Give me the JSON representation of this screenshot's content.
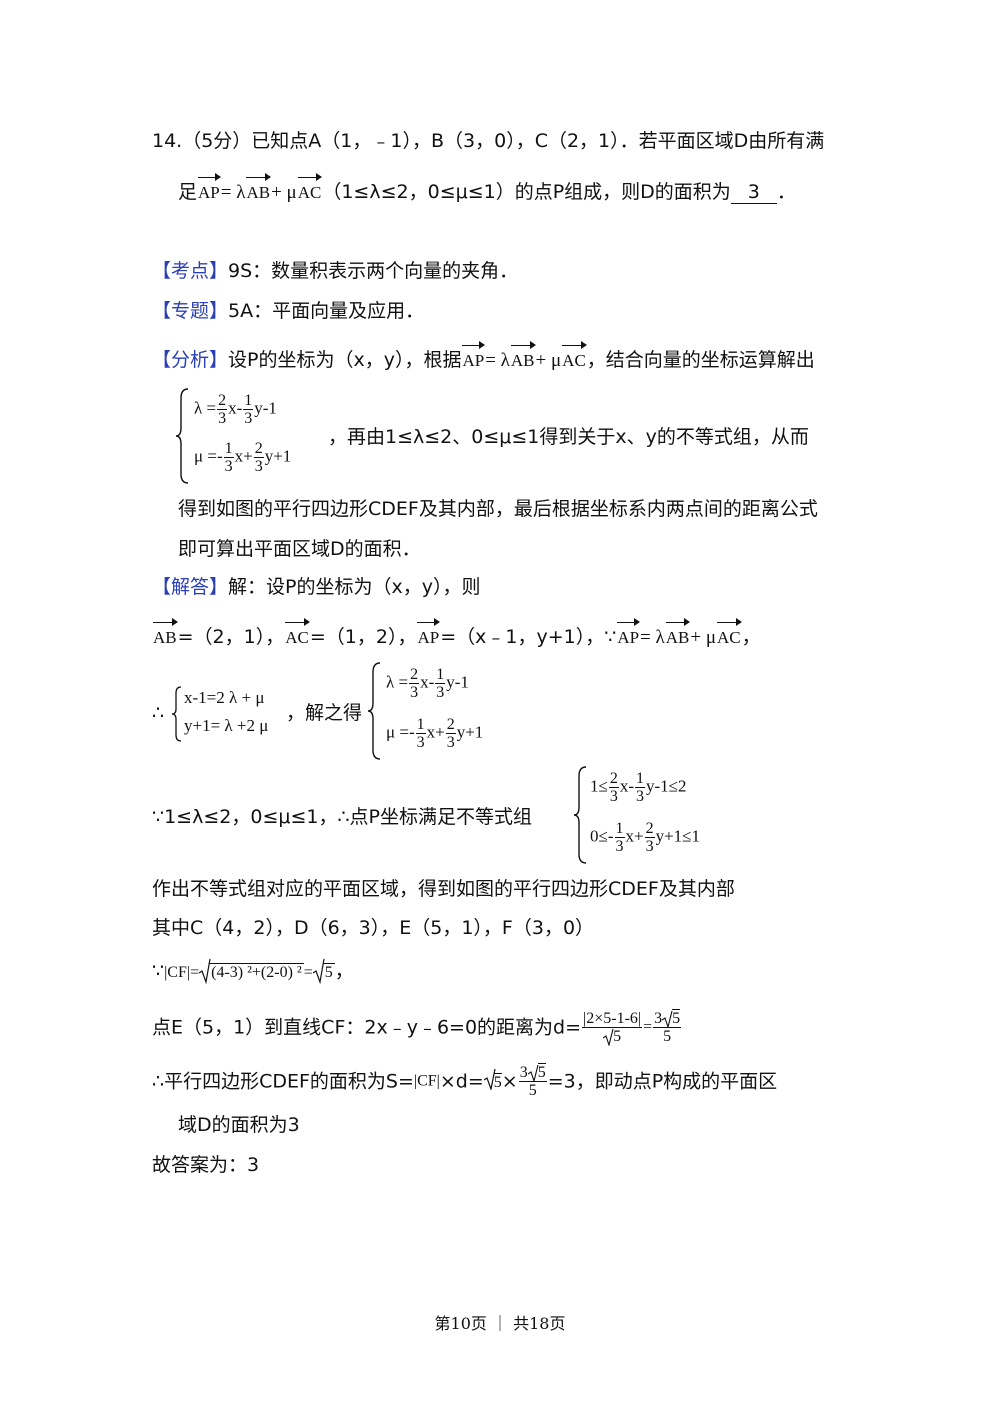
{
  "question": {
    "line1": "14.（5分）已知点A（1，﹣1），B（3，0），C（2，1）．若平面区域D由所有满",
    "line2_pre": "足",
    "line2_v1": "AP",
    "line2_eq": "= λ",
    "line2_v2": "AB",
    "line2_plus": "+ μ",
    "line2_v3": "AC",
    "line2_post": "（1≤λ≤2，0≤μ≤1）的点P组成，则D的面积为",
    "answer": "3",
    "line2_end": "．"
  },
  "kaodian": {
    "tag": "【考点】",
    "text": "9S：数量积表示两个向量的夹角．"
  },
  "zhuanti": {
    "tag": "【专题】",
    "text": "5A：平面向量及应用．"
  },
  "fenxi": {
    "tag": "【分析】",
    "t1": "设P的坐标为（x，y），根据",
    "v1": "AP",
    "eq": "= λ",
    "v2": "AB",
    "plus": "+ μ",
    "v3": "AC",
    "t2": "，结合向量的坐标运算解出",
    "sys_r1_a": "λ =",
    "sys_r1_b": "x-",
    "sys_r1_c": "y-1",
    "sys_r2_a": "μ =-",
    "sys_r2_b": "x+",
    "sys_r2_c": "y+1",
    "after_sys": "，再由1≤λ≤2、0≤μ≤1得到关于x、y的不等式组，从而",
    "l3": "得到如图的平行四边形CDEF及其内部，最后根据坐标系内两点间的距离公式",
    "l4": "即可算出平面区域D的面积．"
  },
  "jieda": {
    "tag": "【解答】",
    "t1": "解：设P的坐标为（x，y），则",
    "vab": "AB",
    "ab_val": "=（2，1），",
    "vac": "AC",
    "ac_val": "=（1，2），",
    "vap": "AP",
    "ap_val": "=（x﹣1，y+1），",
    "because": "∵",
    "vap2": "AP",
    "eq2": "= λ",
    "vab2": "AB",
    "plus2": "+ μ",
    "vac2": "AC",
    "comma": "，",
    "therefore": "∴",
    "sysA_r1": "x-1=2 λ + μ",
    "sysA_r2": "y+1= λ +2 μ",
    "solve": "，解之得",
    "sysB_r1_a": "λ =",
    "sysB_r1_b": "x-",
    "sysB_r1_c": "y-1",
    "sysB_r2_a": "μ =-",
    "sysB_r2_b": "x+",
    "sysB_r2_c": "y+1",
    "ineq_text": "∵1≤λ≤2，0≤μ≤1，∴点P坐标满足不等式组",
    "sysC_r1_a": "1≤",
    "sysC_r1_b": "x-",
    "sysC_r1_c": "y-1≤2",
    "sysC_r2_a": "0≤-",
    "sysC_r2_b": "x+",
    "sysC_r2_c": "y+1≤1",
    "l_region": "作出不等式组对应的平面区域，得到如图的平行四边形CDEF及其内部",
    "l_points": "其中C（4，2），D（6，3），E（5，1），F（3，0）",
    "cf_pre": "∵",
    "cf_abs": "|CF|",
    "cf_eq": "=",
    "cf_root": "(4-3) ²+(2-0) ²",
    "cf_res": "=",
    "cf_res_root": "5",
    "cf_end": "，",
    "dist_text": "点E（5，1）到直线CF：2x﹣y﹣6=0的距离为d=",
    "dist_num": "|2×5-1-6|",
    "dist_den_root": "5",
    "dist_eq": "=",
    "dist_r_num_a": "3",
    "dist_r_num_root": "5",
    "dist_r_den": "5",
    "area_text": "∴平行四边形CDEF的面积为S=",
    "area_abs": "|CF|",
    "area_x": "×d=",
    "area_root": "5",
    "area_x2": "×",
    "area_f_num_a": "3",
    "area_f_num_root": "5",
    "area_f_den": "5",
    "area_tail": "=3，即动点P构成的平面区",
    "area_l2": "域D的面积为3",
    "final": "故答案为：3"
  },
  "frac_parts": {
    "two": "2",
    "one": "1",
    "three": "3"
  },
  "footer": "第10页 ｜ 共18页"
}
